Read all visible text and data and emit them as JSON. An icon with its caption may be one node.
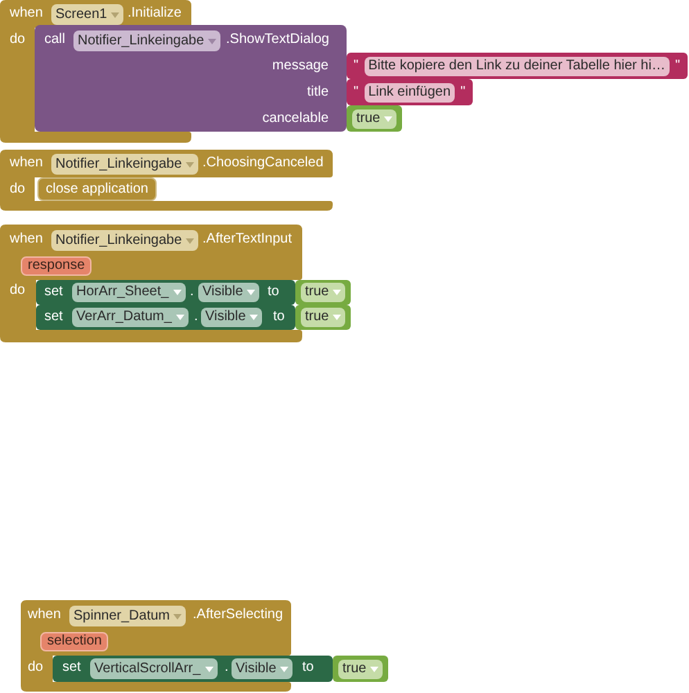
{
  "diagram": {
    "nodes": [
      {
        "text": [
          "when",
          ".Initialize",
          "do"
        ]
      },
      {
        "text": [
          "Screen1"
        ],
        "in": 0
      },
      {
        "text": [
          "call",
          ".ShowTextDialog",
          "message",
          "title",
          "cancelable"
        ]
      },
      {
        "text": [
          "Notifier_Linkeingabe"
        ],
        "in": 2
      },
      {
        "text": [
          "\"",
          "\""
        ]
      },
      {
        "text": [
          "Bitte kopiere den Link zu deiner Tabelle hier hi…"
        ],
        "in": 4
      },
      {
        "text": [
          "\"",
          "\""
        ]
      },
      {
        "text": [
          "Link einfügen"
        ],
        "in": 6
      },
      {
        "text": [],
        "shape": "box"
      },
      {
        "text": [
          "true"
        ],
        "in": 8
      },
      {
        "text": [
          "when",
          ".ChoosingCanceled",
          "do"
        ]
      },
      {
        "text": [
          "Notifier_Linkeingabe"
        ],
        "in": 10
      },
      {
        "text": [
          "close application"
        ],
        "in": 10
      },
      {
        "text": [
          "when",
          ".AfterTextInput",
          "do"
        ]
      },
      {
        "text": [
          "Notifier_Linkeingabe"
        ],
        "in": 13
      },
      {
        "text": [
          "response"
        ],
        "in": 13
      },
      {
        "text": [
          "set",
          ".",
          "to"
        ],
        "in": 13
      },
      {
        "text": [
          "HorArr_Sheet_"
        ],
        "in": 16
      },
      {
        "text": [
          "Visible"
        ],
        "in": 16
      },
      {
        "text": [],
        "shape": "box"
      },
      {
        "text": [
          "true"
        ],
        "in": 19
      },
      {
        "text": [
          "set",
          ".",
          "to"
        ],
        "in": 13
      },
      {
        "text": [
          "VerArr_Datum_"
        ],
        "in": 21
      },
      {
        "text": [
          "Visible"
        ],
        "in": 21
      },
      {
        "text": [],
        "shape": "box"
      },
      {
        "text": [
          "true"
        ],
        "in": 24
      },
      {
        "text": [
          "when",
          ".AfterSelecting",
          "do"
        ]
      },
      {
        "text": [
          "Spinner_Datum"
        ],
        "in": 26
      },
      {
        "text": [
          "selection"
        ],
        "in": 26
      },
      {
        "text": [
          "set",
          ".",
          "to"
        ]
      },
      {
        "text": [
          "VerticalScrollArr_"
        ],
        "in": 29
      },
      {
        "text": [
          "Visible"
        ],
        "in": 29
      },
      {
        "text": [],
        "shape": "box"
      },
      {
        "text": [
          "true"
        ],
        "in": 32
      }
    ]
  }
}
